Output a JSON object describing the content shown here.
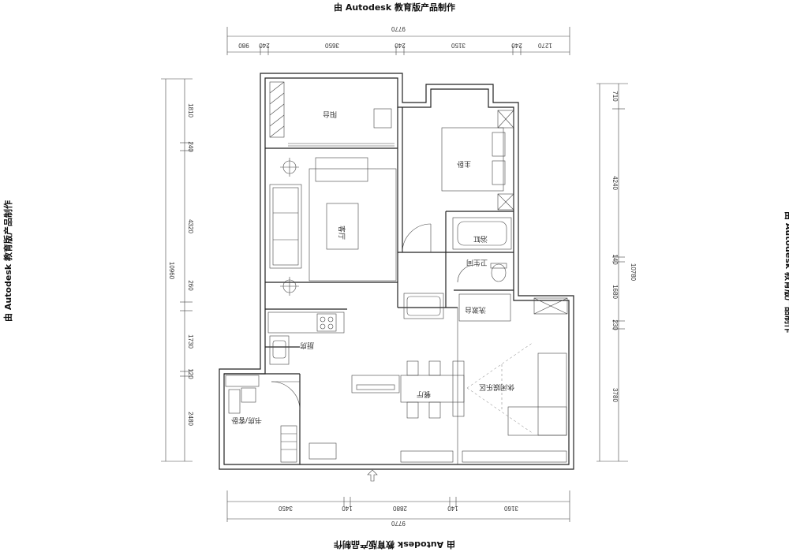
{
  "watermark": "由 Autodesk 教育版产品制作",
  "rooms": {
    "balcony": "阳台",
    "living": "客厅",
    "master_bedroom": "主卧",
    "bathroom": "浴缸",
    "toilet": "卫生间",
    "wash": "洗漱台",
    "kitchen": "厨房",
    "study": "书房/客卧",
    "dining": "餐厅",
    "recreation": "休闲娱乐区"
  },
  "dimensions": {
    "top_total": "9770",
    "top_segments": [
      "980",
      "240",
      "3650",
      "240",
      "3150",
      "240",
      "1270"
    ],
    "left_total": "10960",
    "left_segments": [
      "1810",
      "240",
      "4320",
      "260",
      "1730",
      "120",
      "2480"
    ],
    "right_total": "10780",
    "right_segments": [
      "710",
      "4240",
      "140",
      "1680",
      "230",
      "3780"
    ],
    "bottom_total": "9770",
    "bottom_segments": [
      "3450",
      "140",
      "2880",
      "140",
      "3160"
    ]
  }
}
